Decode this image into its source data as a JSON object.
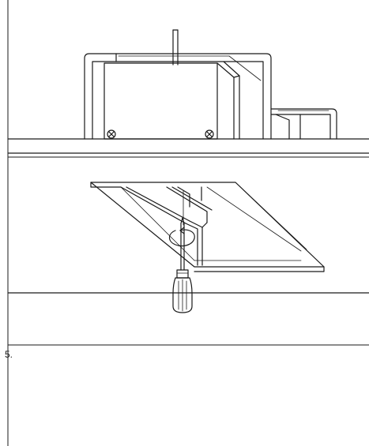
{
  "figure": {
    "panels": [
      {
        "id": "panel-top",
        "content": "unit-mounted-on-ceiling"
      },
      {
        "id": "panel-middle",
        "content": "screwdriver-on-ceiling-panel"
      },
      {
        "id": "panel-bottom",
        "content": "step-caption"
      }
    ],
    "step_label": "5."
  },
  "colors": {
    "line": "#1a1a1a",
    "background": "#ffffff"
  },
  "icons": [
    "screw-icon",
    "screwdriver-icon"
  ]
}
